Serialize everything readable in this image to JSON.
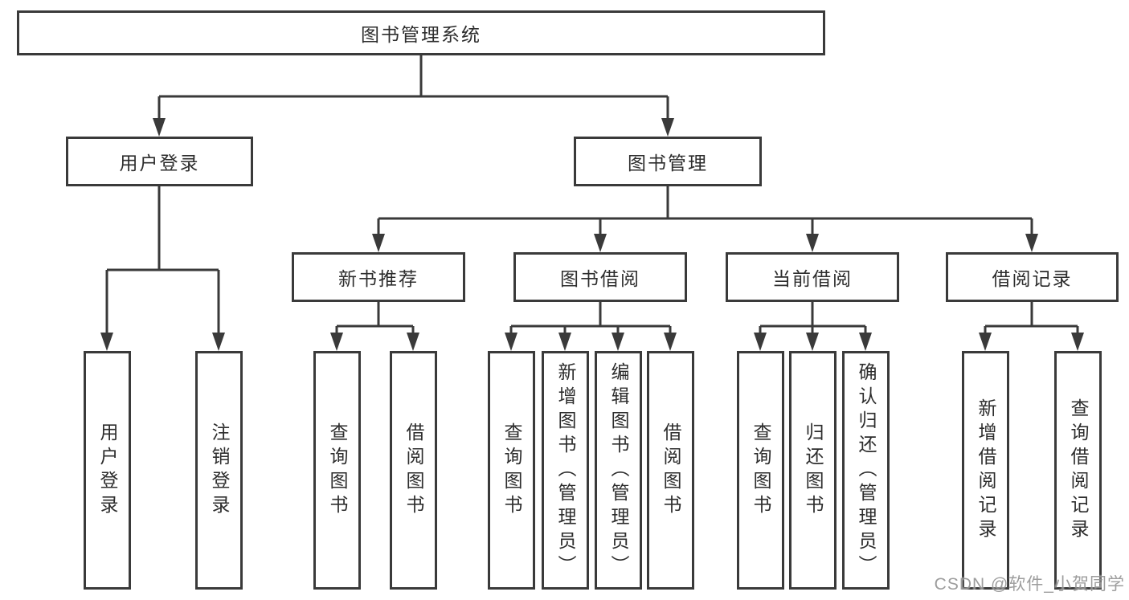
{
  "title": "图书管理系统",
  "level2": [
    {
      "label": "用户登录"
    },
    {
      "label": "图书管理"
    }
  ],
  "level3": [
    {
      "label": "新书推荐"
    },
    {
      "label": "图书借阅"
    },
    {
      "label": "当前借阅"
    },
    {
      "label": "借阅记录"
    }
  ],
  "leafGroups": [
    {
      "parent": "用户登录",
      "items": [
        {
          "label": "用户登录"
        },
        {
          "label": "注销登录"
        }
      ]
    },
    {
      "parent": "新书推荐",
      "items": [
        {
          "label": "查询图书"
        },
        {
          "label": "借阅图书"
        }
      ]
    },
    {
      "parent": "图书借阅",
      "items": [
        {
          "label": "查询图书"
        },
        {
          "label": "新增图书（管理员）"
        },
        {
          "label": "编辑图书（管理员）"
        },
        {
          "label": "借阅图书"
        }
      ]
    },
    {
      "parent": "当前借阅",
      "items": [
        {
          "label": "查询图书"
        },
        {
          "label": "归还图书"
        },
        {
          "label": "确认归还（管理员）"
        }
      ]
    },
    {
      "parent": "借阅记录",
      "items": [
        {
          "label": "新增借阅记录"
        },
        {
          "label": "查询借阅记录"
        }
      ]
    }
  ],
  "watermark": "CSDN @软件_小贺同学",
  "colors": {
    "line": "#3a3a3a",
    "text": "#2d2d2d",
    "box_background": "#ffffff",
    "watermark": "#8c8c8c"
  }
}
